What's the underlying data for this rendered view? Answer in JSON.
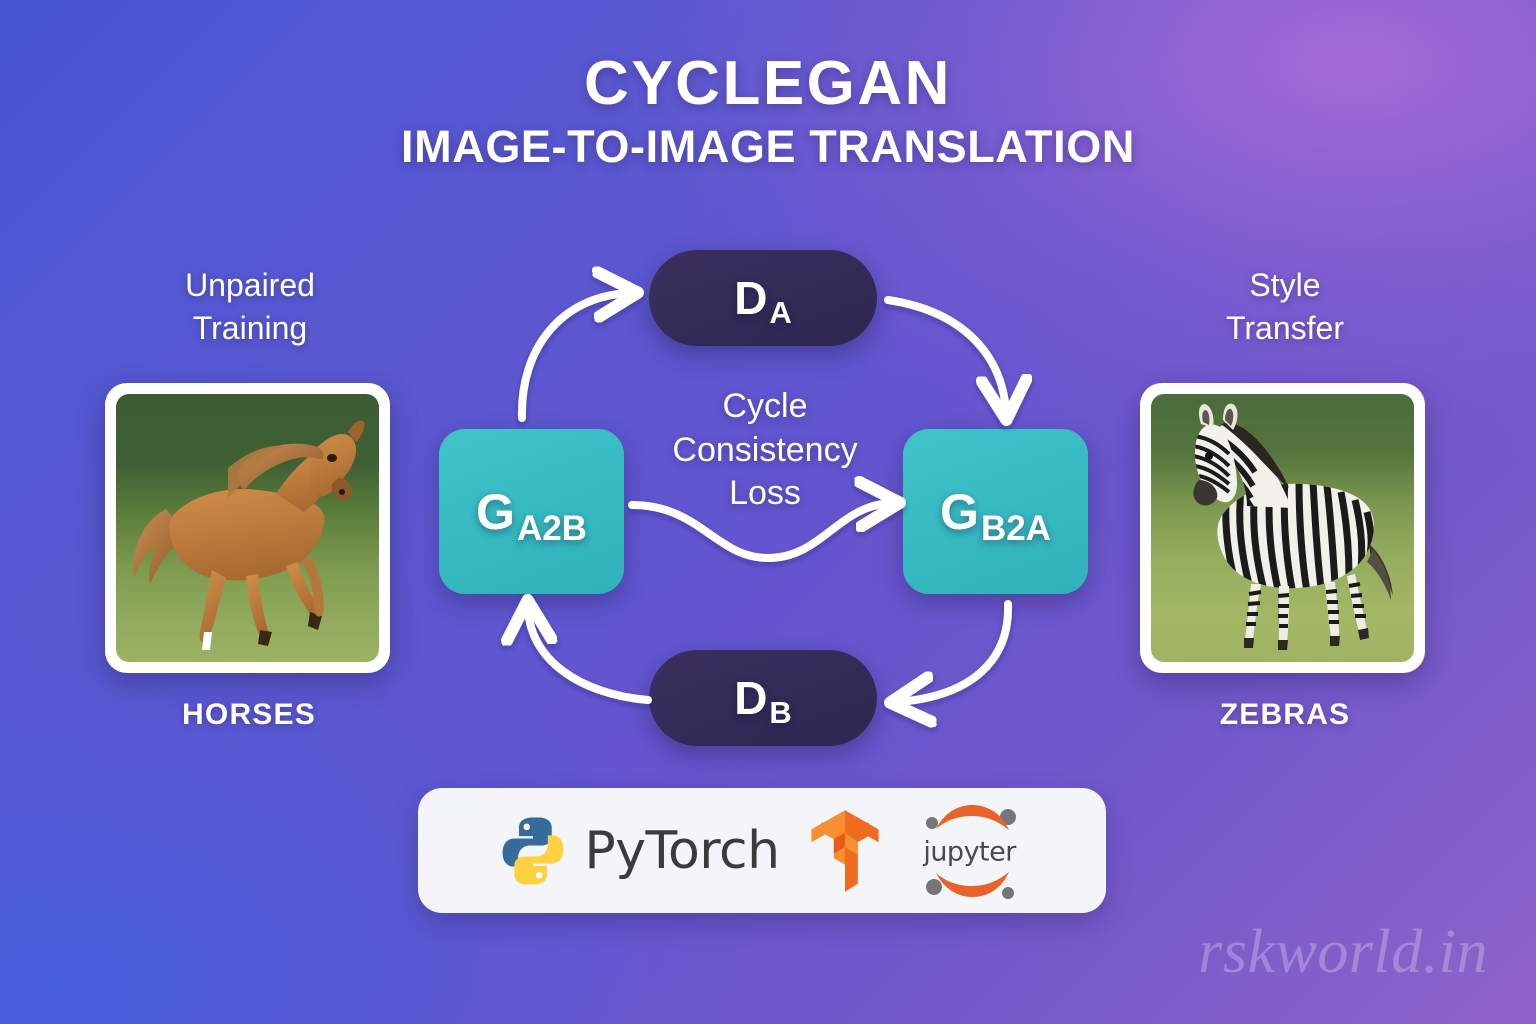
{
  "title": {
    "main": "CYCLEGAN",
    "sub": "IMAGE-TO-IMAGE TRANSLATION"
  },
  "left": {
    "caption": "Unpaired\nTraining",
    "caption_line1": "Unpaired",
    "caption_line2": "Training",
    "domain_label": "HORSES",
    "image_alt": "horse-photo"
  },
  "right": {
    "caption_line1": "Style",
    "caption_line2": "Transfer",
    "domain_label": "ZEBRAS",
    "image_alt": "zebra-photo"
  },
  "nodes": {
    "generator_a2b": {
      "symbol": "G",
      "subscript": "A2B"
    },
    "generator_b2a": {
      "symbol": "G",
      "subscript": "B2A"
    },
    "discriminator_a": {
      "symbol": "D",
      "subscript": "A"
    },
    "discriminator_b": {
      "symbol": "D",
      "subscript": "B"
    }
  },
  "center_loss": {
    "line1": "Cycle",
    "line2": "Consistency",
    "line3": "Loss"
  },
  "toolbar": {
    "python_icon": "python-logo-icon",
    "pytorch_label": "PyTorch",
    "tensorflow_icon": "tensorflow-logo-icon",
    "jupyter_label": "jupyter",
    "jupyter_icon": "jupyter-logo-icon"
  },
  "watermark": "rskworld.in",
  "colors": {
    "background_start": "#4757d6",
    "background_mid": "#6355cf",
    "background_end": "#8f63c9",
    "generator_fill": "#36b9c0",
    "discriminator_fill": "#332b57",
    "arrow_stroke": "#ffffff",
    "card_frame": "#ffffff",
    "toolbar_fill": "#f4f5f9",
    "python_blue": "#366c9c",
    "python_yellow": "#ffd141",
    "tensorflow_orange": "#f07a23",
    "jupyter_orange": "#e8622a",
    "jupyter_gray": "#767677"
  }
}
